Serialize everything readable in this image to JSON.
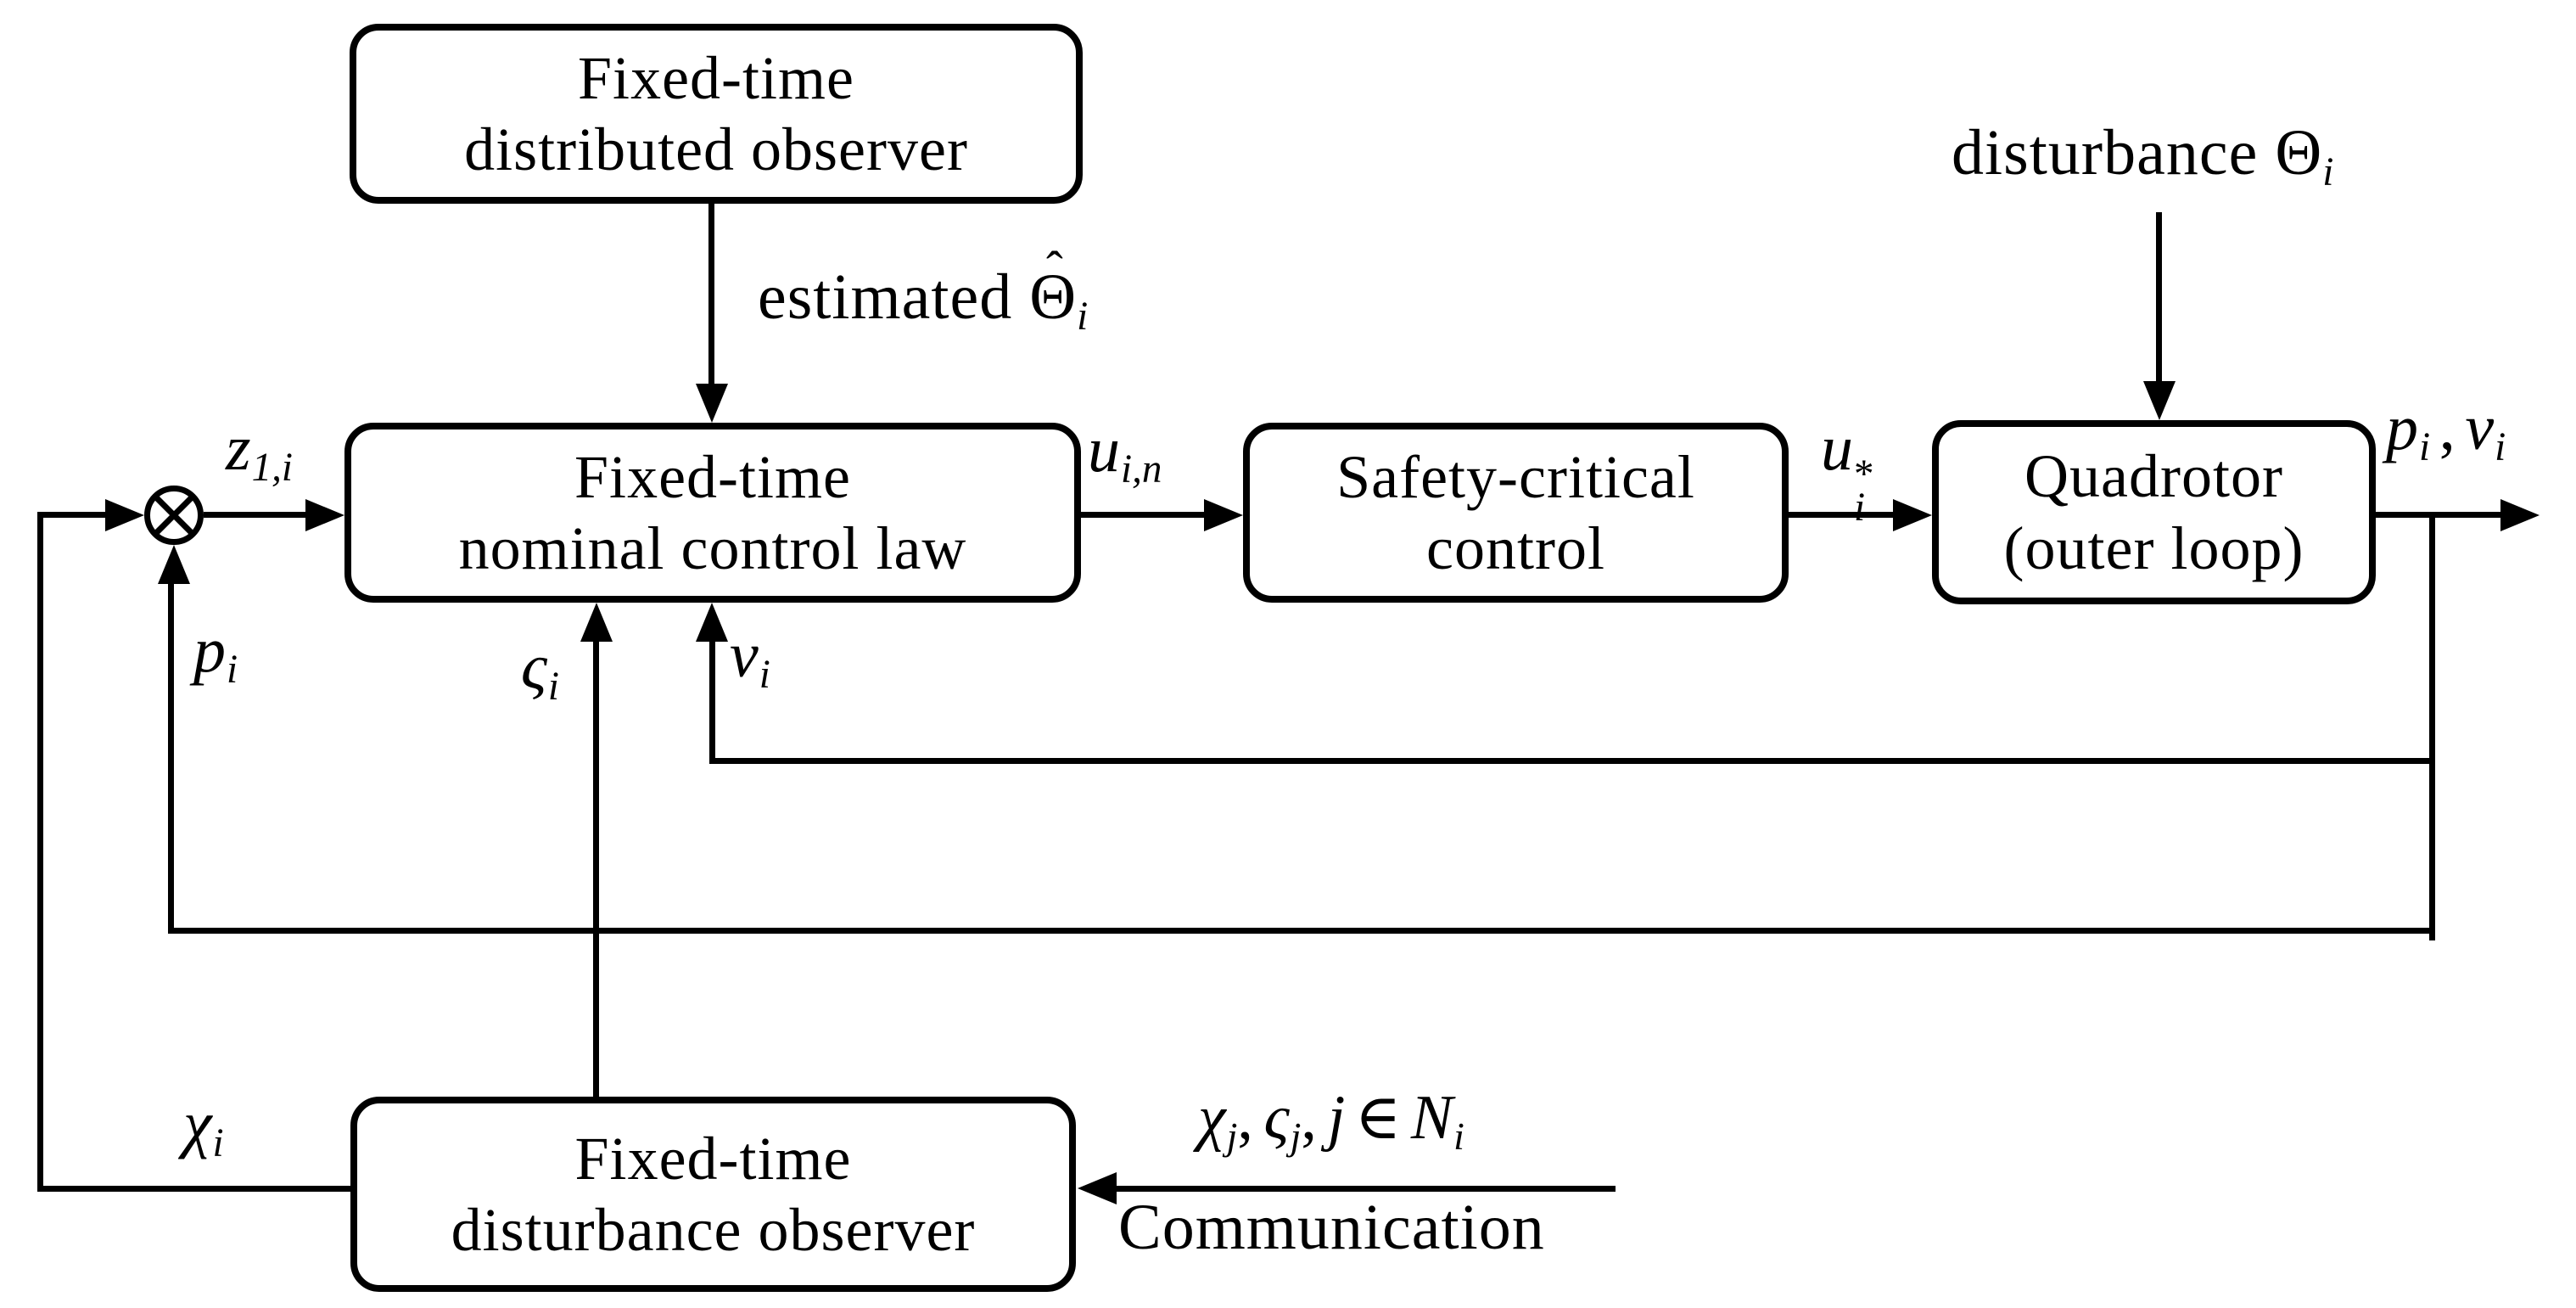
{
  "figure": {
    "background": "#ffffff",
    "line_color": "#000000",
    "boxes": {
      "distributed_observer": {
        "line1": "Fixed-time",
        "line2": "distributed observer"
      },
      "nominal_control": {
        "line1": "Fixed-time",
        "line2": "nominal control law"
      },
      "safety_control": {
        "line1": "Safety-critical",
        "line2": "control"
      },
      "quadrotor": {
        "line1": "Quadrotor",
        "line2": "(outer loop)"
      },
      "disturbance_observer": {
        "line1": "Fixed-time",
        "line2": "disturbance observer"
      }
    },
    "labels": {
      "estimated": {
        "word": "estimated",
        "hat": "ˆ",
        "symbol": "Θ",
        "sub": "i"
      },
      "disturbance": {
        "word": "disturbance",
        "symbol": "Θ",
        "sub": "i"
      },
      "z1": {
        "base": "z",
        "sub": "1,i"
      },
      "u_nominal": {
        "base": "u",
        "sub": "i,n"
      },
      "u_star": {
        "base": "u",
        "sup": "*",
        "sub": "i"
      },
      "p_v_output": {
        "p": "p",
        "p_sub": "i",
        "comma": ",",
        "v": "v",
        "v_sub": "i"
      },
      "p_feedback": {
        "base": "p",
        "sub": "i"
      },
      "v_feedback": {
        "base": "v",
        "sub": "i"
      },
      "varsigma_feedback": {
        "base": "ς",
        "sub": "i"
      },
      "chi_feedback": {
        "base": "χ",
        "sub": "i"
      },
      "neighbor_info": {
        "chi": "χ",
        "chi_sub": "j",
        "comma1": ",",
        "varsigma": "ς",
        "varsigma_sub": "j",
        "comma2": ",",
        "j": "j",
        "element_of": "∈",
        "set": "N",
        "set_sub": "i"
      },
      "communication": "Communication"
    }
  }
}
